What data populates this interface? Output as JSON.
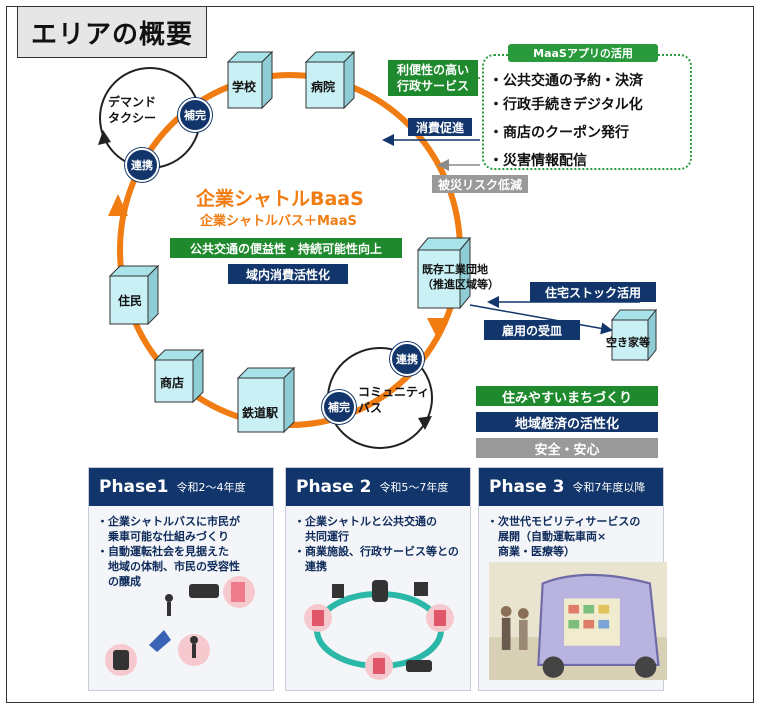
{
  "header": {
    "title": "エリアの概要"
  },
  "center": {
    "title": "企業シャトルBaaS",
    "subtitle": "企業シャトルバス＋MaaS",
    "banner_green": "公共交通の便益性・持続可能性向上",
    "banner_navy": "域内消費活性化"
  },
  "nodes": {
    "school": "学校",
    "hospital": "病院",
    "demand_taxi": "デマンド\nタクシー",
    "residents": "住民",
    "shop": "商店",
    "station": "鉄道駅",
    "community_bus": "コミュニティ\nバス",
    "industrial": "既存工業団地\n（推進区域等）",
    "vacant_house": "空き家等"
  },
  "badges": {
    "supplement": "補完",
    "cooperation": "連携"
  },
  "maas": {
    "title": "MaaSアプリの活用",
    "items": [
      "・公共交通の予約・決済",
      "・行政手続きデジタル化",
      "・商店のクーポン発行",
      "・災害情報配信"
    ]
  },
  "arrow_labels": {
    "admin_services": "利便性の高い\n行政サービス",
    "consumption": "消費促進",
    "disaster": "被災リスク低減",
    "housing_stock": "住宅ストック活用",
    "employment": "雇用の受皿"
  },
  "outcomes": [
    "住みやすいまちづくり",
    "地域経済の活性化",
    "安全・安心"
  ],
  "phases": [
    {
      "name": "Phase1",
      "years": "令和2～4年度",
      "text": "・企業シャトルバスに市民が\n　乗車可能な仕組みづくり\n・自動運転社会を見据えた\n　地域の体制、市民の受容性\n　の醸成"
    },
    {
      "name": "Phase 2",
      "years": "令和5～7年度",
      "text": "・企業シャトルと公共交通の\n　共同運行\n・商業施設、行政サービス等との\n　連携"
    },
    {
      "name": "Phase 3",
      "years": "令和7年度以降",
      "text": "・次世代モビリティサービスの\n　展開（自動運転車両×\n　商業・医療等）"
    }
  ],
  "colors": {
    "orange": "#f07c12",
    "navy": "#12366b",
    "green": "#1f8a2d",
    "gray": "#9a9a9a",
    "cube": "#c9f1f5"
  }
}
